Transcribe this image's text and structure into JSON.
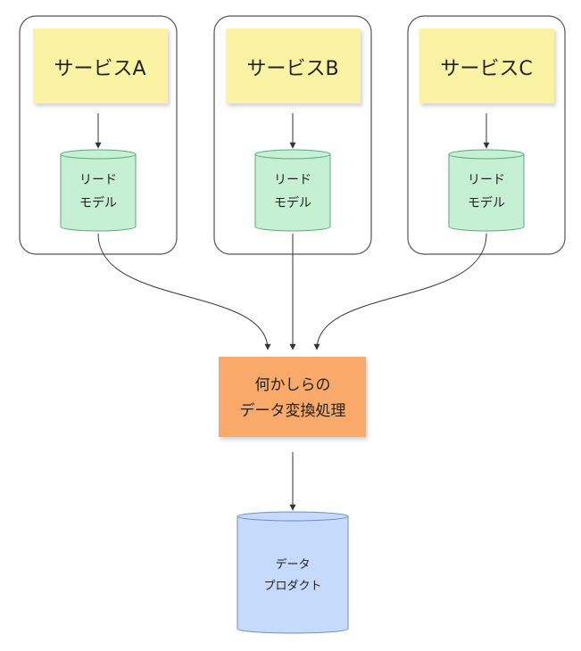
{
  "services": [
    {
      "name": "サービスA",
      "read_model": [
        "リード",
        "モデル"
      ]
    },
    {
      "name": "サービスB",
      "read_model": [
        "リード",
        "モデル"
      ]
    },
    {
      "name": "サービスC",
      "read_model": [
        "リード",
        "モデル"
      ]
    }
  ],
  "transform": {
    "lines": [
      "何かしらの",
      "データ変換処理"
    ]
  },
  "data_product": {
    "lines": [
      "データ",
      "プロダクト"
    ]
  },
  "colors": {
    "service_label_fill": "#fbf3a4",
    "read_model_fill": "#c6f0d4",
    "read_model_stroke": "#5aa878",
    "transform_fill": "#f9a96a",
    "data_product_fill": "#c6dafc",
    "data_product_stroke": "#6f8fc4",
    "container_stroke": "#555555",
    "connector_stroke": "#333333"
  }
}
